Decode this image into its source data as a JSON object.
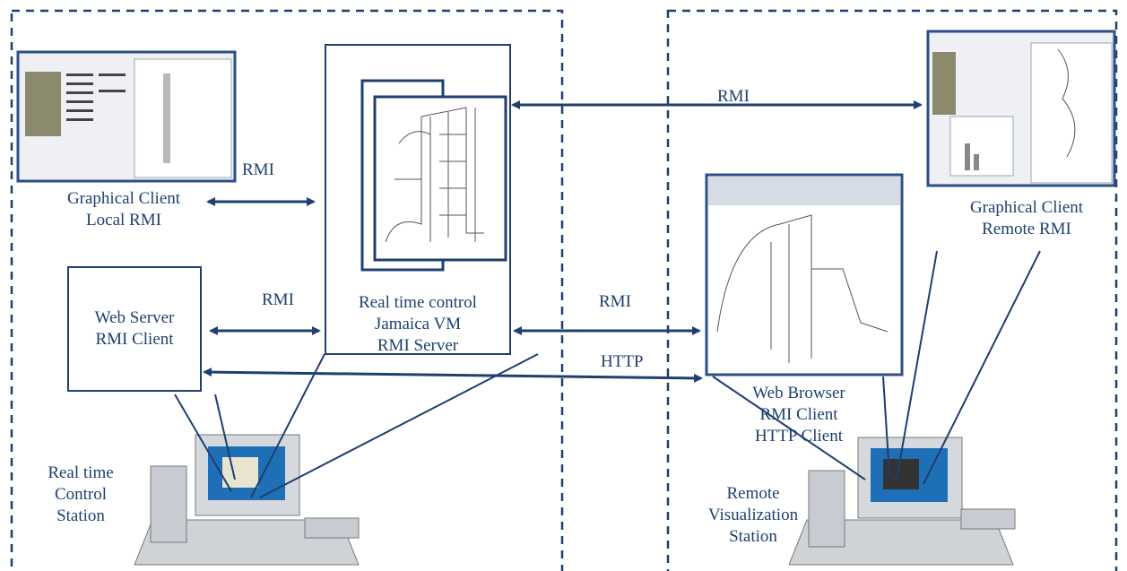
{
  "regions": {
    "left": "Real time Control Station",
    "right": "Remote Visualization Station"
  },
  "labels": {
    "graphical_client_local": [
      "Graphical Client",
      "Local RMI"
    ],
    "web_server": [
      "Web Server",
      "RMI Client"
    ],
    "real_time_control": [
      "Real time control",
      "Jamaica VM",
      "RMI Server"
    ],
    "real_time_station": [
      "Real time",
      "Control",
      "Station"
    ],
    "graphical_client_remote": [
      "Graphical Client",
      "Remote RMI"
    ],
    "web_browser": [
      "Web Browser",
      "RMI Client",
      "HTTP Client"
    ],
    "remote_station": [
      "Remote",
      "Visualization",
      "Station"
    ]
  },
  "connections": {
    "rmi_top": "RMI",
    "rmi_local": "RMI",
    "rmi_webserver": "RMI",
    "rmi_center": "RMI",
    "http": "HTTP"
  },
  "colors": {
    "line": "#1f3f6e",
    "dash": "#1f3f6e"
  }
}
